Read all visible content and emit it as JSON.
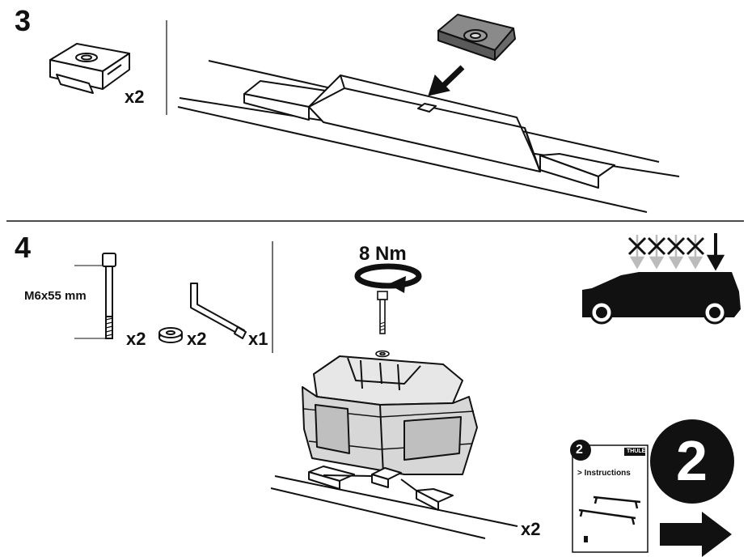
{
  "step3": {
    "number": "3",
    "clip_qty": "x2"
  },
  "step4": {
    "number": "4",
    "bolt_size": "M6x55 mm",
    "bolt_qty": "x2",
    "washer_qty": "x2",
    "key_qty": "x1",
    "torque": "8 Nm",
    "foot_qty": "x2"
  },
  "next_booklet": {
    "step": "2",
    "brand": "THULE",
    "title": "> Instructions",
    "next_step": "2"
  },
  "icons": [
    "clip-icon",
    "bolt-icon",
    "washer-icon",
    "hex-key-icon",
    "torque-arrow-icon",
    "car-icon",
    "load-limit-icon",
    "next-arrow-icon"
  ],
  "colors": {
    "ink": "#111111",
    "clip_gray": "#8a8a8a",
    "foot_gray": "#d9d9d9",
    "load_gray": "#bcbcbc"
  }
}
